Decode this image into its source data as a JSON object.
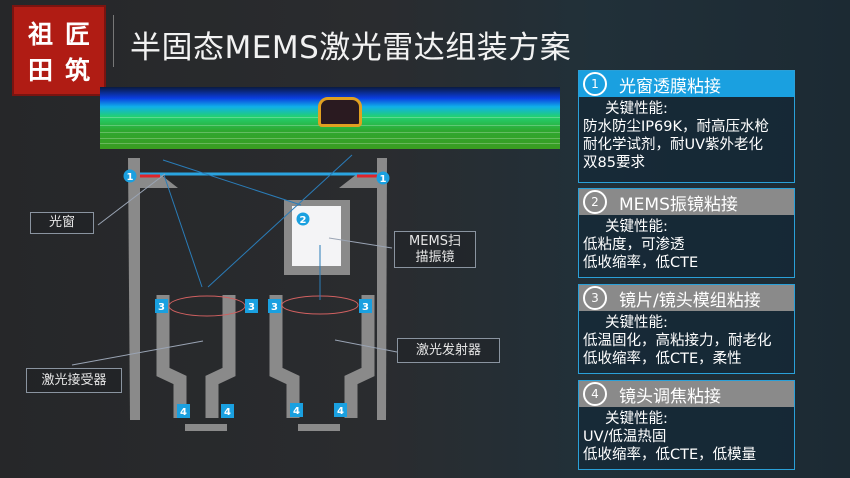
{
  "logo": {
    "chars": [
      "祖",
      "匠",
      "田",
      "筑"
    ]
  },
  "title": "半固态MEMS激光雷达组装方案",
  "diagram": {
    "labels": {
      "window": "光窗",
      "mems": "MEMS扫描振镜",
      "receiver": "激光接受器",
      "emitter": "激光发射器"
    },
    "markers": {
      "one": "1",
      "two": "2",
      "three": "3",
      "four": "4"
    }
  },
  "panels": [
    {
      "num": "1",
      "title": "光窗透膜粘接",
      "key": "关键性能:",
      "lines": [
        "防水防尘IP69K，耐高压水枪",
        "耐化学试剂，耐UV紫外老化",
        "双85要求"
      ]
    },
    {
      "num": "2",
      "title": "MEMS振镜粘接",
      "key": "关键性能:",
      "lines": [
        "低粘度，可渗透",
        "低收缩率，低CTE"
      ]
    },
    {
      "num": "3",
      "title": "镜片/镜头模组粘接",
      "key": "关键性能:",
      "lines": [
        "低温固化，高粘接力，耐老化",
        "低收缩率，低CTE，柔性"
      ]
    },
    {
      "num": "4",
      "title": "镜头调焦粘接",
      "key": "关键性能:",
      "lines": [
        "UV/低温热固",
        "低收缩率，低CTE，低模量"
      ]
    }
  ],
  "colors": {
    "accent": "#1aa0e0",
    "header_gray": "#8a8a8a",
    "logo_red": "#b01c14",
    "glue_red": "#e0242a"
  }
}
